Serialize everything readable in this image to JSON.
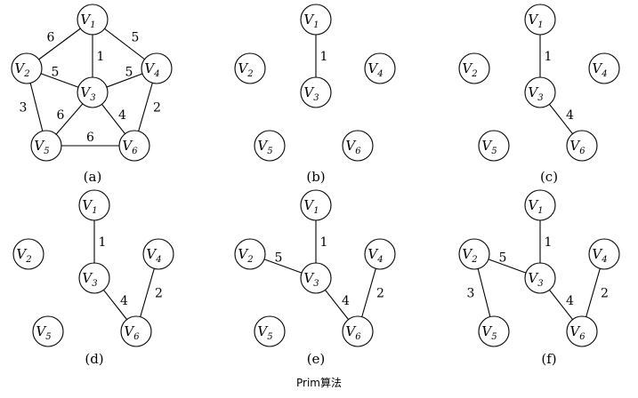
{
  "caption": "Prim算法",
  "node_letter": "V",
  "nodes": [
    {
      "id": "V1",
      "sub": "1"
    },
    {
      "id": "V2",
      "sub": "2"
    },
    {
      "id": "V3",
      "sub": "3"
    },
    {
      "id": "V4",
      "sub": "4"
    },
    {
      "id": "V5",
      "sub": "5"
    },
    {
      "id": "V6",
      "sub": "6"
    }
  ],
  "panels": [
    {
      "label": "(a)",
      "edges": [
        {
          "from": "V1",
          "to": "V2",
          "weight": "6"
        },
        {
          "from": "V1",
          "to": "V3",
          "weight": "1"
        },
        {
          "from": "V1",
          "to": "V4",
          "weight": "5"
        },
        {
          "from": "V2",
          "to": "V3",
          "weight": "5"
        },
        {
          "from": "V3",
          "to": "V4",
          "weight": "5"
        },
        {
          "from": "V2",
          "to": "V5",
          "weight": "3"
        },
        {
          "from": "V3",
          "to": "V5",
          "weight": "6"
        },
        {
          "from": "V3",
          "to": "V6",
          "weight": "4"
        },
        {
          "from": "V4",
          "to": "V6",
          "weight": "2"
        },
        {
          "from": "V5",
          "to": "V6",
          "weight": "6"
        }
      ]
    },
    {
      "label": "(b)",
      "edges": [
        {
          "from": "V1",
          "to": "V3",
          "weight": "1"
        }
      ]
    },
    {
      "label": "(c)",
      "edges": [
        {
          "from": "V1",
          "to": "V3",
          "weight": "1"
        },
        {
          "from": "V3",
          "to": "V6",
          "weight": "4"
        }
      ]
    },
    {
      "label": "(d)",
      "edges": [
        {
          "from": "V1",
          "to": "V3",
          "weight": "1"
        },
        {
          "from": "V3",
          "to": "V6",
          "weight": "4"
        },
        {
          "from": "V4",
          "to": "V6",
          "weight": "2"
        }
      ]
    },
    {
      "label": "(e)",
      "edges": [
        {
          "from": "V1",
          "to": "V3",
          "weight": "1"
        },
        {
          "from": "V3",
          "to": "V6",
          "weight": "4"
        },
        {
          "from": "V4",
          "to": "V6",
          "weight": "2"
        },
        {
          "from": "V2",
          "to": "V3",
          "weight": "5"
        }
      ]
    },
    {
      "label": "(f)",
      "edges": [
        {
          "from": "V1",
          "to": "V3",
          "weight": "1"
        },
        {
          "from": "V3",
          "to": "V6",
          "weight": "4"
        },
        {
          "from": "V4",
          "to": "V6",
          "weight": "2"
        },
        {
          "from": "V2",
          "to": "V3",
          "weight": "5"
        },
        {
          "from": "V2",
          "to": "V5",
          "weight": "3"
        }
      ]
    }
  ]
}
